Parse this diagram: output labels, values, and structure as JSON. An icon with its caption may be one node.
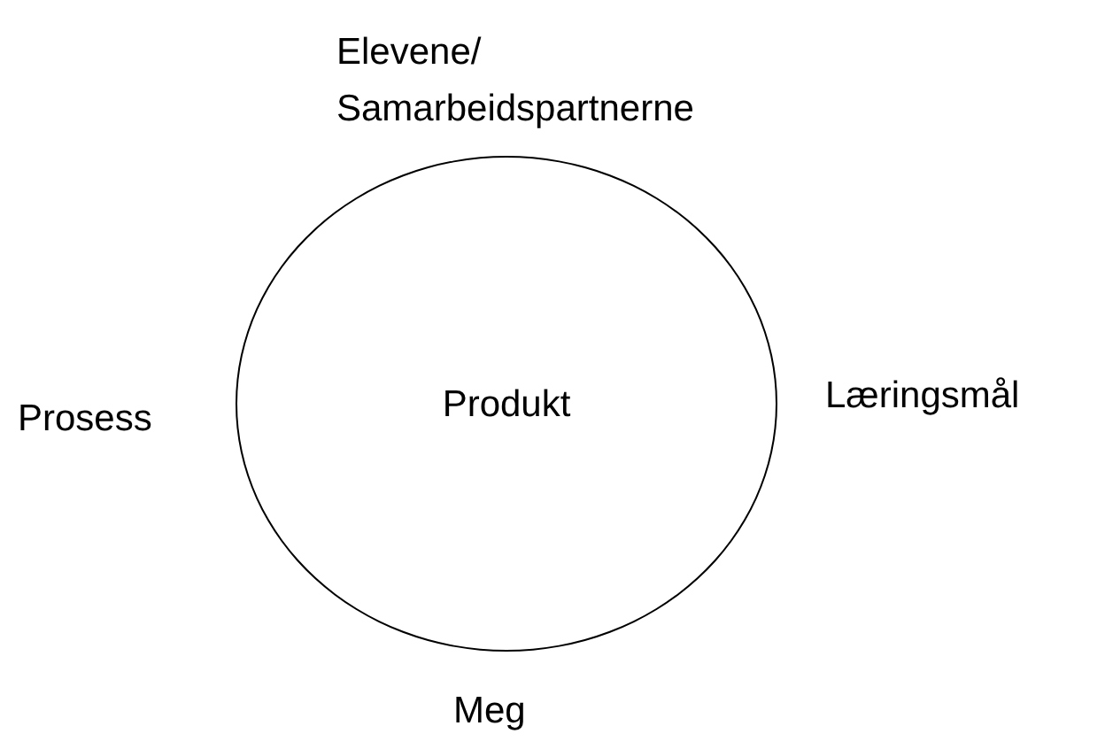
{
  "diagram": {
    "nodes": [
      {
        "text": [
          "Produkt"
        ]
      }
    ],
    "labels": [
      "Elevene/ Samarbeidspartnerne",
      "Prosess",
      "Læringsmål",
      "Meg"
    ]
  }
}
